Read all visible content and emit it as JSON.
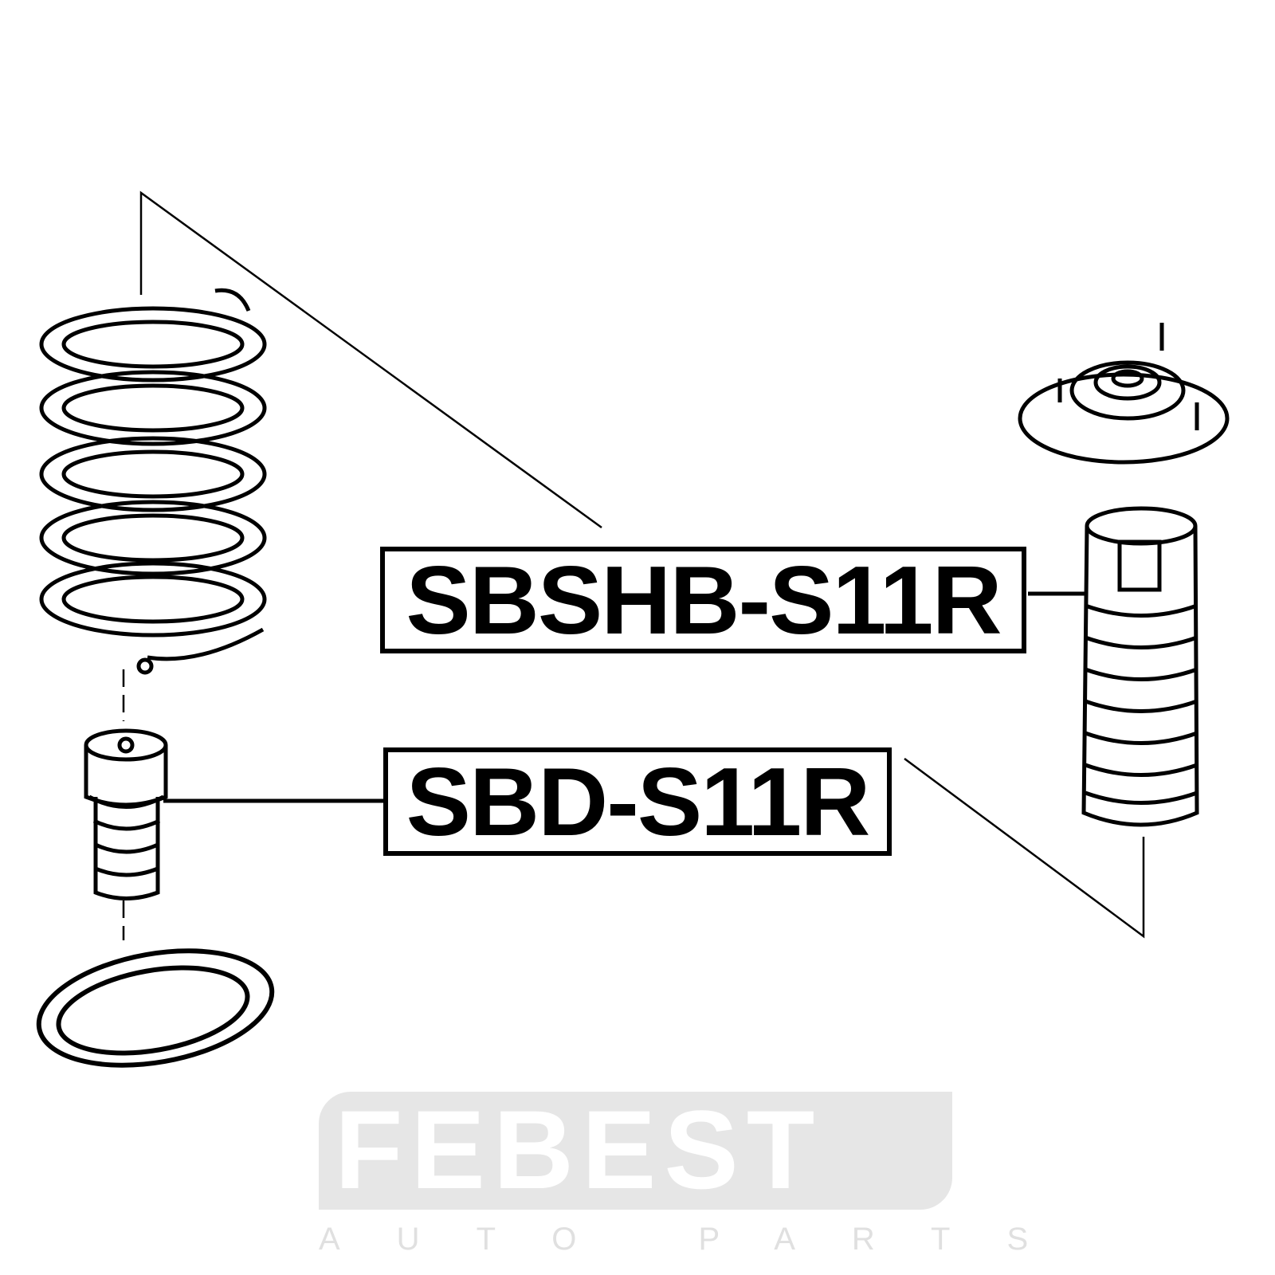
{
  "watermark": {
    "brand": "FEBEST",
    "subtitle": "AUTO PARTS"
  },
  "labels": [
    {
      "part_number": "SBSHB-S11R"
    },
    {
      "part_number": "SBD-S11R"
    }
  ]
}
